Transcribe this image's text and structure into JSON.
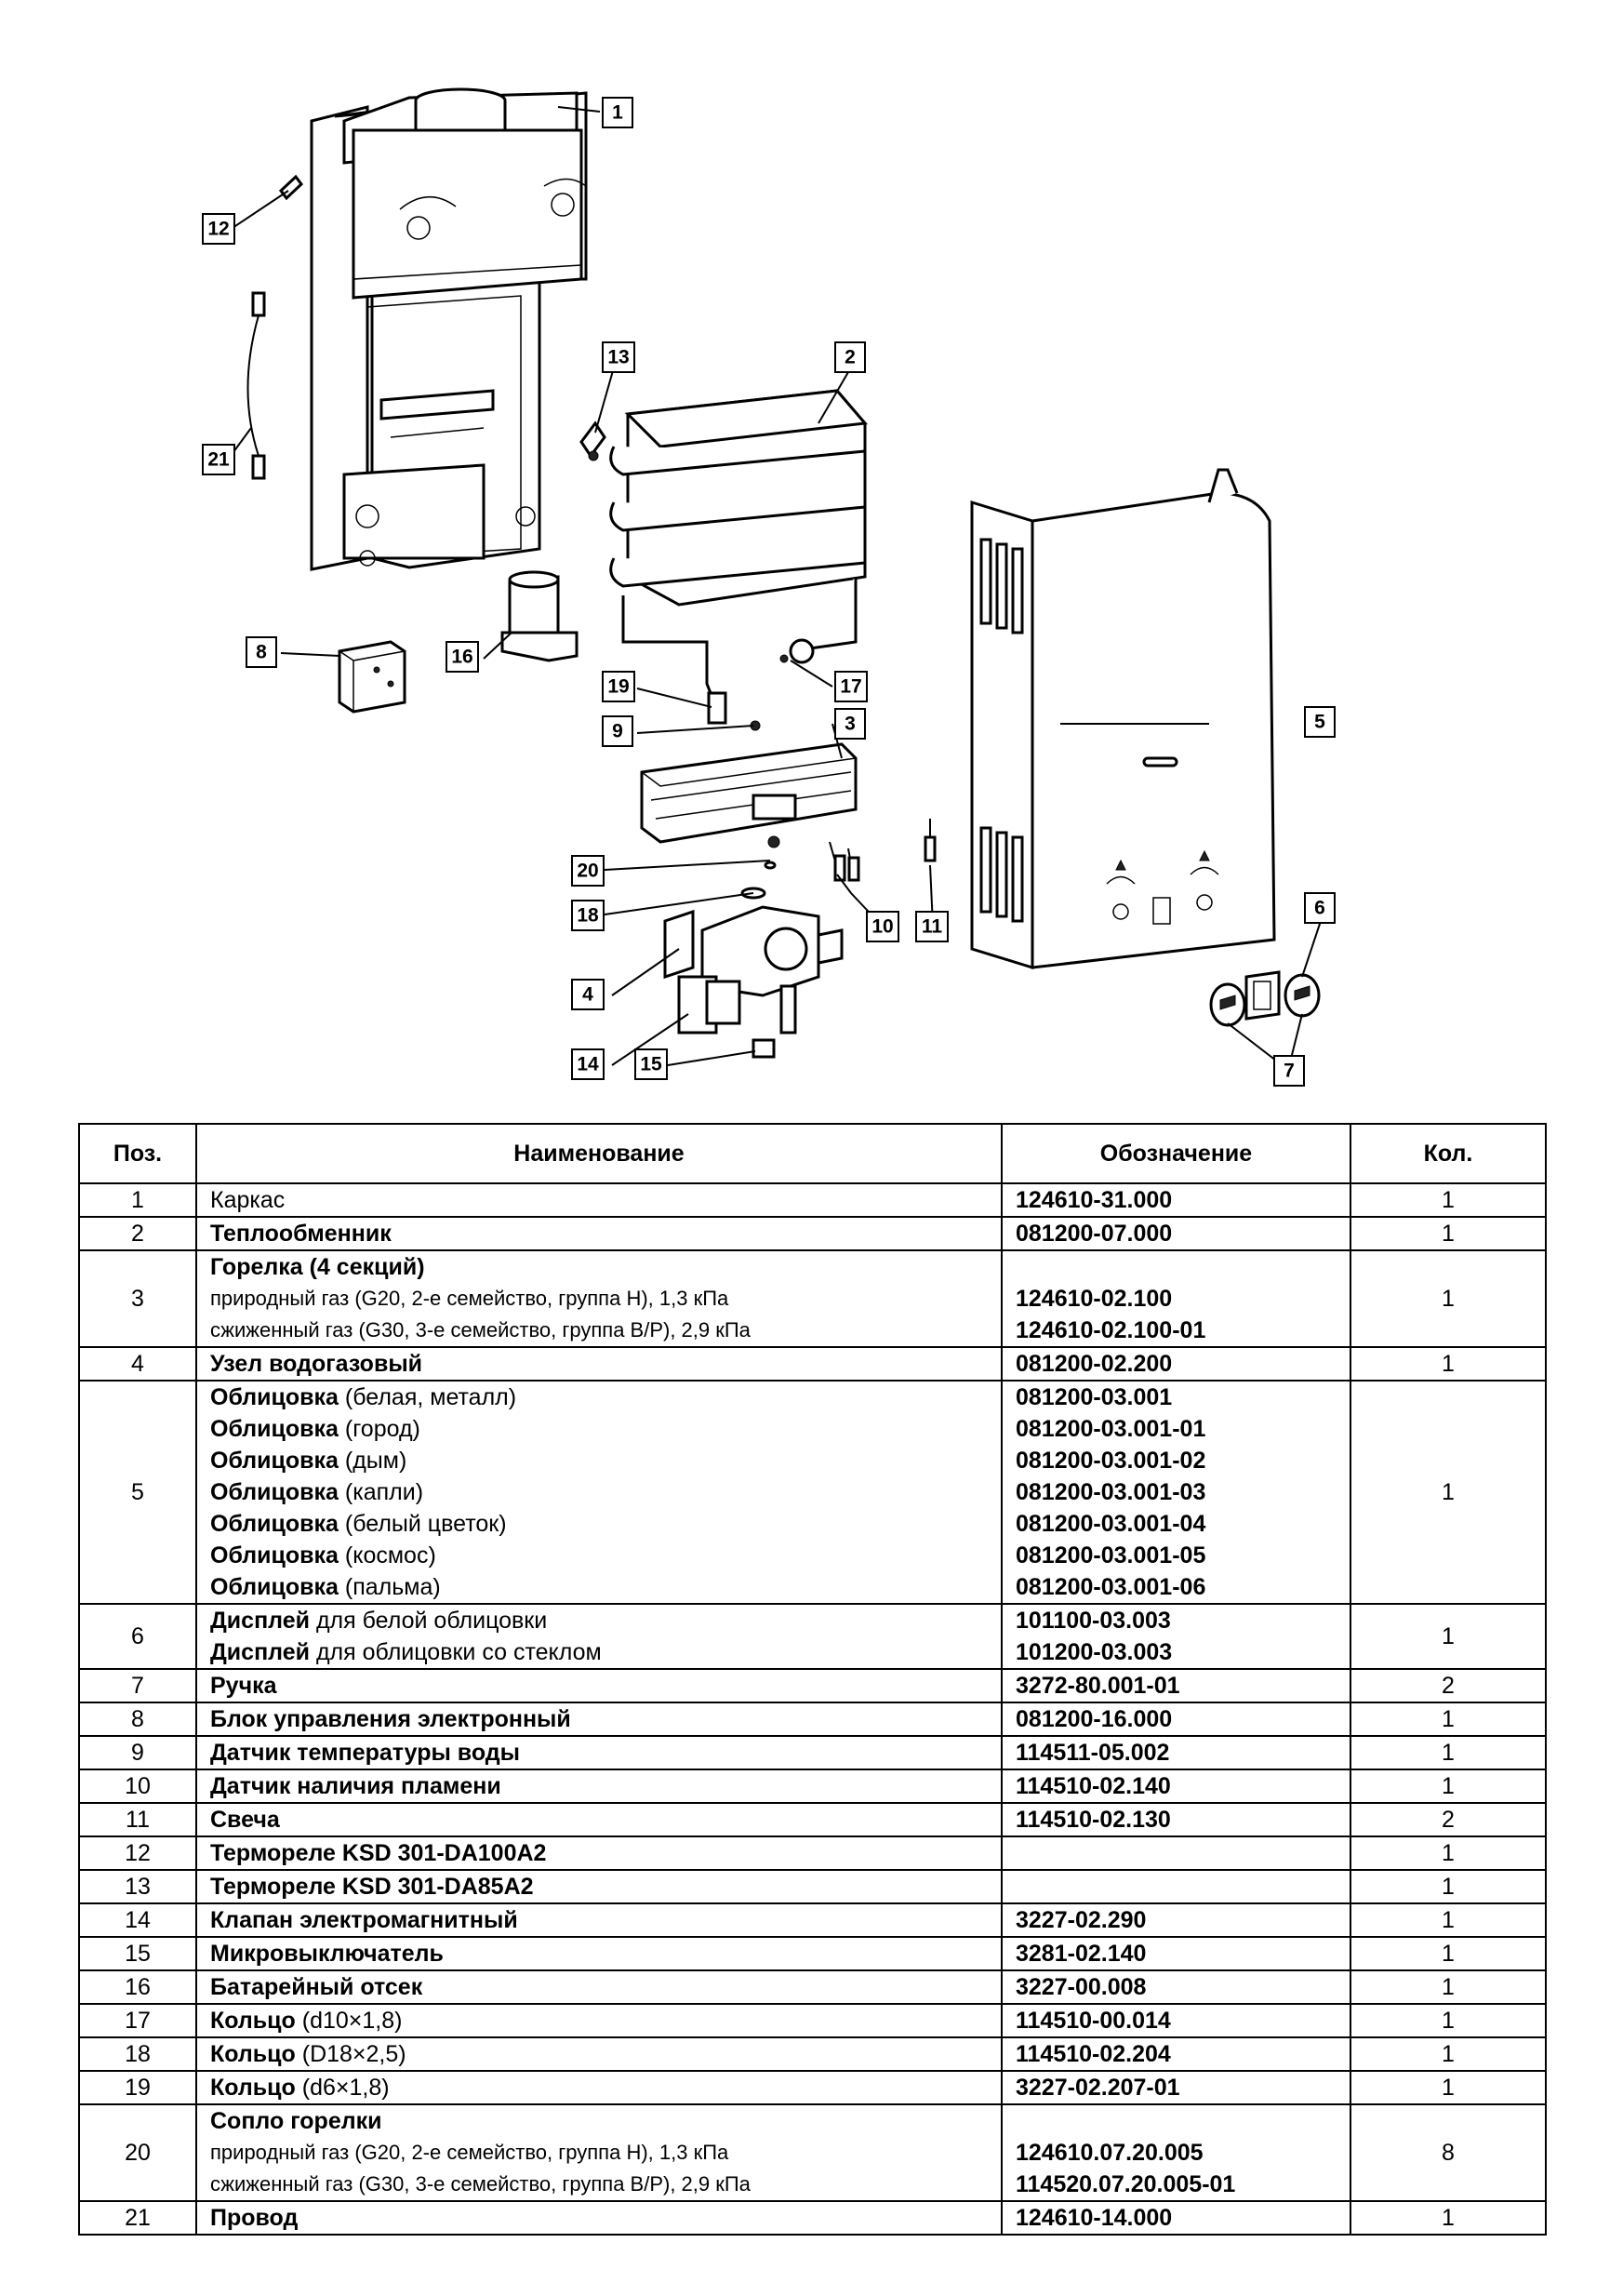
{
  "diagram": {
    "callouts": [
      "1",
      "2",
      "3",
      "4",
      "5",
      "6",
      "7",
      "8",
      "9",
      "10",
      "11",
      "12",
      "13",
      "14",
      "15",
      "16",
      "17",
      "18",
      "19",
      "20",
      "21"
    ]
  },
  "table": {
    "headers": {
      "pos": "Поз.",
      "name": "Наименование",
      "code": "Обозначение",
      "qty": "Кол."
    },
    "rows": [
      {
        "pos": "1",
        "qty": "1",
        "lines": [
          {
            "bold": "",
            "normal": "Каркас",
            "code": "124610-31.000"
          }
        ]
      },
      {
        "pos": "2",
        "qty": "1",
        "lines": [
          {
            "bold": "Теплообменник",
            "normal": "",
            "code": "081200-07.000"
          }
        ]
      },
      {
        "pos": "3",
        "qty": "1",
        "lines": [
          {
            "bold": "Горелка (4 секций)",
            "normal": "",
            "code": ""
          },
          {
            "bold": "",
            "normal": "природный газ (G20, 2-е семейство, группа Н), 1,3 кПа",
            "code": "124610-02.100",
            "small": true
          },
          {
            "bold": "",
            "normal": "сжиженный газ (G30, 3-е семейство, группа В/Р), 2,9 кПа",
            "code": "124610-02.100-01",
            "small": true
          }
        ]
      },
      {
        "pos": "4",
        "qty": "1",
        "lines": [
          {
            "bold": "Узел водогазовый",
            "normal": "",
            "code": "081200-02.200"
          }
        ]
      },
      {
        "pos": "5",
        "qty": "1",
        "lines": [
          {
            "bold": "Облицовка",
            "normal": " (белая, металл)",
            "code": "081200-03.001"
          },
          {
            "bold": "Облицовка",
            "normal": " (город)",
            "code": "081200-03.001-01"
          },
          {
            "bold": "Облицовка",
            "normal": " (дым)",
            "code": "081200-03.001-02"
          },
          {
            "bold": "Облицовка",
            "normal": " (капли)",
            "code": "081200-03.001-03"
          },
          {
            "bold": "Облицовка",
            "normal": " (белый цветок)",
            "code": "081200-03.001-04"
          },
          {
            "bold": "Облицовка",
            "normal": " (космос)",
            "code": "081200-03.001-05"
          },
          {
            "bold": "Облицовка",
            "normal": " (пальма)",
            "code": "081200-03.001-06"
          }
        ]
      },
      {
        "pos": "6",
        "qty": "1",
        "lines": [
          {
            "bold": "Дисплей",
            "normal": " для белой облицовки",
            "code": "101100-03.003"
          },
          {
            "bold": "Дисплей",
            "normal": " для облицовки со стеклом",
            "code": "101200-03.003"
          }
        ]
      },
      {
        "pos": "7",
        "qty": "2",
        "lines": [
          {
            "bold": "Ручка",
            "normal": "",
            "code": "3272-80.001-01"
          }
        ]
      },
      {
        "pos": "8",
        "qty": "1",
        "lines": [
          {
            "bold": "Блок управления электронный",
            "normal": "",
            "code": "081200-16.000"
          }
        ]
      },
      {
        "pos": "9",
        "qty": "1",
        "lines": [
          {
            "bold": "Датчик температуры воды",
            "normal": "",
            "code": "114511-05.002"
          }
        ]
      },
      {
        "pos": "10",
        "qty": "1",
        "lines": [
          {
            "bold": "Датчик наличия пламени",
            "normal": "",
            "code": "114510-02.140"
          }
        ]
      },
      {
        "pos": "11",
        "qty": "2",
        "lines": [
          {
            "bold": "Свеча",
            "normal": "",
            "code": "114510-02.130"
          }
        ]
      },
      {
        "pos": "12",
        "qty": "1",
        "lines": [
          {
            "bold": "Термореле KSD 301-DA100A2",
            "normal": "",
            "code": ""
          }
        ]
      },
      {
        "pos": "13",
        "qty": "1",
        "lines": [
          {
            "bold": "Термореле KSD 301-DA85A2",
            "normal": "",
            "code": ""
          }
        ]
      },
      {
        "pos": "14",
        "qty": "1",
        "lines": [
          {
            "bold": "Клапан электромагнитный",
            "normal": "",
            "code": "3227-02.290"
          }
        ]
      },
      {
        "pos": "15",
        "qty": "1",
        "lines": [
          {
            "bold": "Микровыключатель",
            "normal": "",
            "code": "3281-02.140"
          }
        ]
      },
      {
        "pos": "16",
        "qty": "1",
        "lines": [
          {
            "bold": "Батарейный отсек",
            "normal": "",
            "code": "3227-00.008"
          }
        ]
      },
      {
        "pos": "17",
        "qty": "1",
        "lines": [
          {
            "bold": "Кольцо",
            "normal": " (d10×1,8)",
            "code": "114510-00.014"
          }
        ]
      },
      {
        "pos": "18",
        "qty": "1",
        "lines": [
          {
            "bold": "Кольцо",
            "normal": " (D18×2,5)",
            "code": "114510-02.204"
          }
        ]
      },
      {
        "pos": "19",
        "qty": "1",
        "lines": [
          {
            "bold": "Кольцо",
            "normal": " (d6×1,8)",
            "code": "3227-02.207-01"
          }
        ]
      },
      {
        "pos": "20",
        "qty": "8",
        "lines": [
          {
            "bold": "Сопло горелки",
            "normal": "",
            "code": ""
          },
          {
            "bold": "",
            "normal": "природный газ (G20, 2-е семейство, группа Н), 1,3 кПа",
            "code": "124610.07.20.005",
            "small": true
          },
          {
            "bold": "",
            "normal": "сжиженный газ (G30, 3-е семейство, группа В/Р), 2,9 кПа",
            "code": "114520.07.20.005-01",
            "small": true
          }
        ]
      },
      {
        "pos": "21",
        "qty": "1",
        "lines": [
          {
            "bold": "Провод",
            "normal": "",
            "code": "124610-14.000"
          }
        ]
      }
    ]
  }
}
